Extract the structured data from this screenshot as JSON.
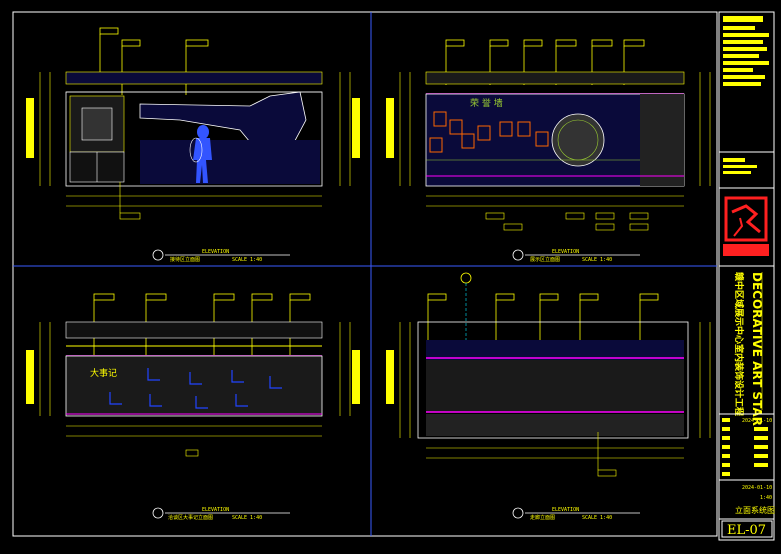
{
  "sheet": {
    "drawing_number": "EL-07",
    "background": "#000000",
    "colors": {
      "frame": "#ffffff",
      "divider": "#3a5bff",
      "annotation": "#ffff00",
      "dimension": "#ffff00",
      "leader": "#00e5ff",
      "accent_magenta": "#ff00ff",
      "accent_red": "#ff2020",
      "furniture_blue": "#2244ff"
    }
  },
  "title_block": {
    "brand": "DECORATIVE ART STAR",
    "project_vertical": "赣中区域展示中心室内装饰设计工程",
    "dates": [
      "2024-01-10",
      "2024-01-10"
    ],
    "scale": "1:40",
    "drawing_name": "立面系统图",
    "drawing_number": "EL-07"
  },
  "elevations": [
    {
      "id": "A",
      "title": "ELEVATION",
      "caption": "接待区立面图",
      "scale": "SCALE 1:40"
    },
    {
      "id": "B",
      "title": "ELEVATION",
      "caption": "展示区立面图",
      "scale": "SCALE 1:40"
    },
    {
      "id": "C",
      "title": "ELEVATION",
      "caption": "洽谈区大事记立面图",
      "scale": "SCALE 1:40"
    },
    {
      "id": "D",
      "title": "ELEVATION",
      "caption": "走廊立面图",
      "scale": "SCALE 1:40"
    }
  ],
  "signage": {
    "feature_wall": "荣 誉 墙",
    "milestone_wall": "大事记"
  }
}
